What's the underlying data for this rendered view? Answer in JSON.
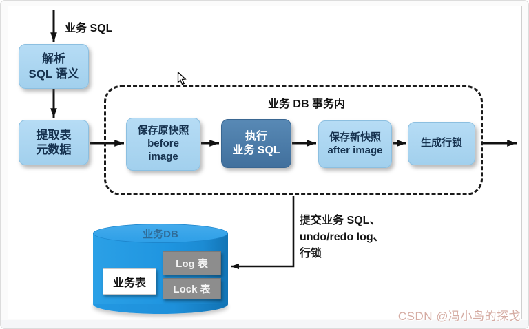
{
  "flow": {
    "input_label": "业务 SQL",
    "parse": {
      "line1": "解析",
      "line2": "SQL 语义"
    },
    "extract": {
      "line1": "提取表",
      "line2": "元数据"
    },
    "transaction": {
      "title": "业务 DB 事务内",
      "before": {
        "line1": "保存原快照",
        "line2": "before",
        "line3": "image"
      },
      "execute": {
        "line1": "执行",
        "line2": "业务 SQL"
      },
      "after": {
        "line1": "保存新快照",
        "line2": "after image"
      },
      "rowlock": "生成行锁"
    },
    "commit_note": {
      "line1": "提交业务 SQL、",
      "line2": "undo/redo log、",
      "line3": "行锁"
    }
  },
  "database": {
    "name": "业务DB",
    "tables": {
      "business": "业务表",
      "log": "Log 表",
      "lock": "Lock 表"
    }
  },
  "watermark": "CSDN @冯小鸟的探戈",
  "icons": {
    "cursor": "arrow-pointer"
  },
  "colors": {
    "light_box": "#a9d4f0",
    "dark_box": "#4d80ad",
    "cylinder_blue": "#1f95e0",
    "table_gray": "#8d8d8d",
    "arrow_black": "#111111",
    "watermark_pink": "#d5aca3"
  }
}
